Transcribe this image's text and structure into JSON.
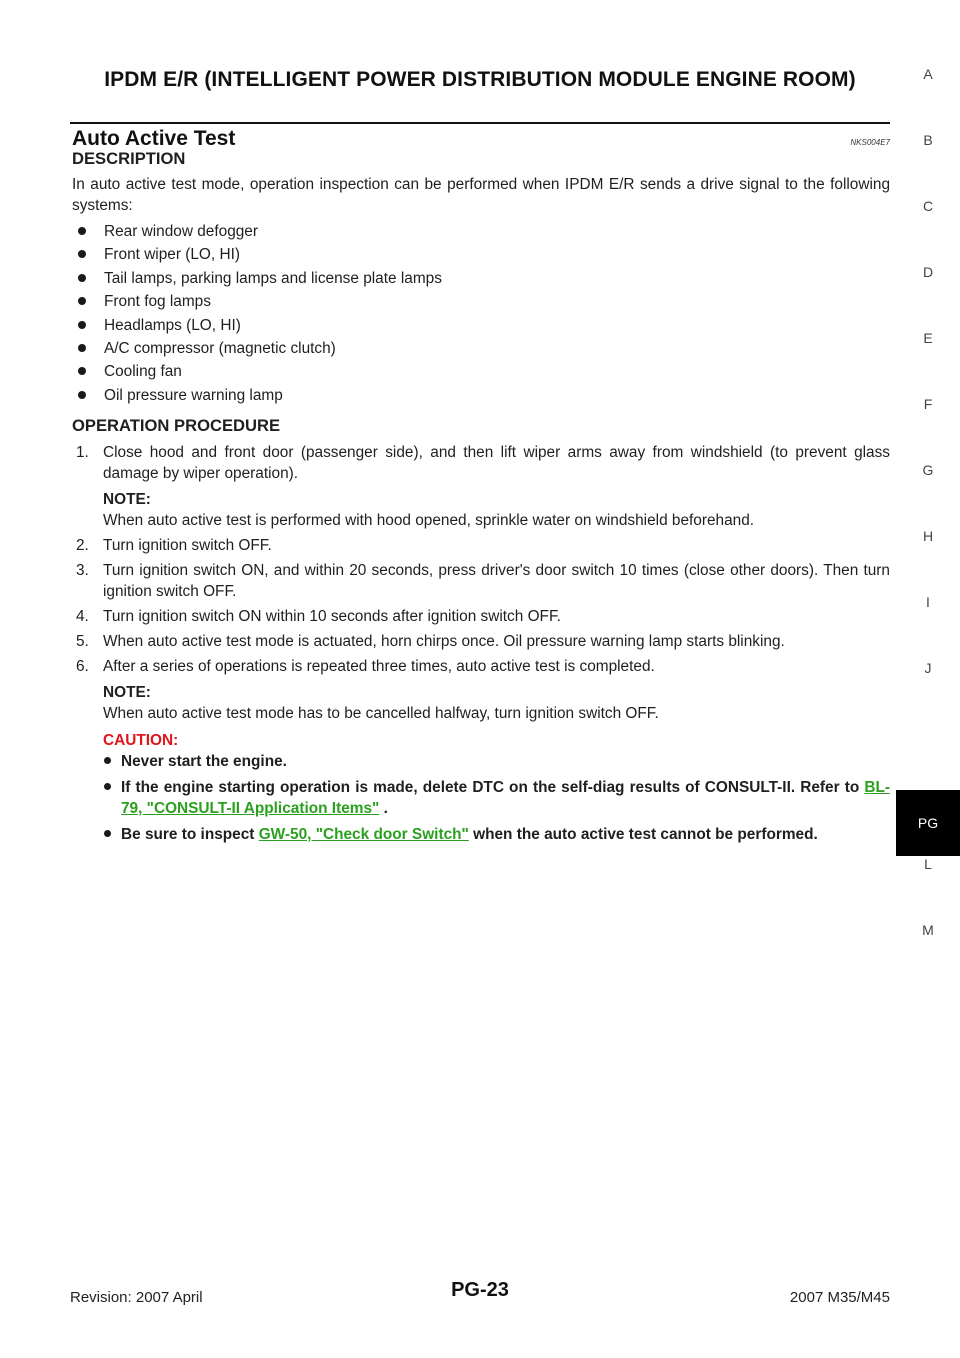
{
  "header": {
    "title": "IPDM E/R (INTELLIGENT POWER DISTRIBUTION MODULE ENGINE ROOM)"
  },
  "section": {
    "title": "Auto Active Test",
    "code": "NKS004E7"
  },
  "description": {
    "heading": "DESCRIPTION",
    "intro": "In auto active test mode, operation inspection can be performed when IPDM E/R sends a drive signal to the following systems:",
    "items": [
      "Rear window defogger",
      "Front wiper (LO, HI)",
      "Tail lamps, parking lamps and license plate lamps",
      "Front fog lamps",
      "Headlamps (LO, HI)",
      "A/C compressor (magnetic clutch)",
      "Cooling fan",
      "Oil pressure warning lamp"
    ]
  },
  "procedure": {
    "heading": "OPERATION PROCEDURE",
    "steps": [
      {
        "num": "1.",
        "text": "Close hood and front door (passenger side), and then lift wiper arms away from windshield (to prevent glass damage by wiper operation)."
      },
      {
        "num": "2.",
        "text": "Turn ignition switch OFF."
      },
      {
        "num": "3.",
        "text": "Turn ignition switch ON, and within 20 seconds, press driver's door switch 10 times (close other doors). Then turn ignition switch OFF."
      },
      {
        "num": "4.",
        "text": "Turn ignition switch ON within 10 seconds after ignition switch OFF."
      },
      {
        "num": "5.",
        "text": "When auto active test mode is actuated, horn chirps once. Oil pressure warning lamp starts blinking."
      },
      {
        "num": "6.",
        "text": "After a series of operations is repeated three times, auto active test is completed."
      }
    ],
    "note1_label": "NOTE:",
    "note1_text": "When auto active test is performed with hood opened, sprinkle water on windshield beforehand.",
    "note2_label": "NOTE:",
    "note2_text": "When auto active test mode has to be cancelled halfway, turn ignition switch OFF.",
    "caution_label": "CAUTION:",
    "caution1": "Never start the engine.",
    "caution2_pre": "If the engine starting operation is made, delete DTC on the self-diag results of CONSULT-II. Refer to",
    "caution2_link": "BL-79, \"CONSULT-II Application Items\"",
    "caution2_post": ".",
    "caution3_pre": "Be sure to inspect",
    "caution3_link": "GW-50, \"Check door Switch\"",
    "caution3_post": "when the auto active test cannot be performed."
  },
  "side_index": {
    "letters": [
      "A",
      "B",
      "C",
      "D",
      "E",
      "F",
      "G",
      "H",
      "I",
      "J",
      "L",
      "M"
    ],
    "active": "PG"
  },
  "footer": {
    "revision": "Revision: 2007 April",
    "page": "PG-23",
    "model": "2007 M35/M45"
  },
  "colors": {
    "link": "#2aa11e",
    "caution": "#e0151c",
    "active_tab_bg": "#000000"
  }
}
